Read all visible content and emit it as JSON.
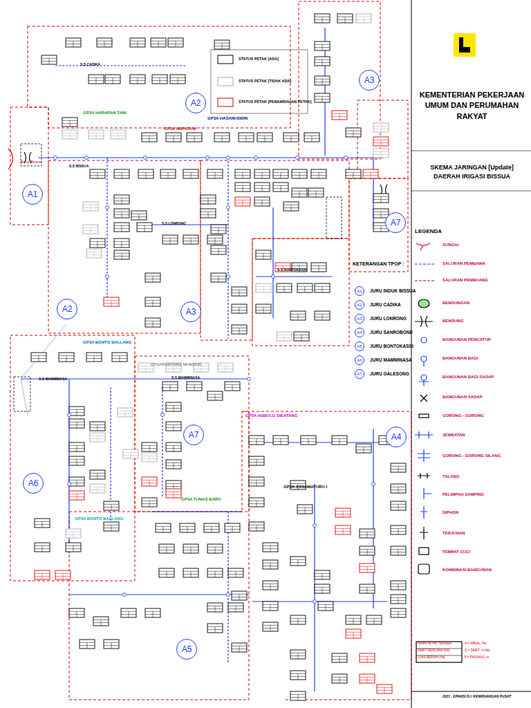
{
  "diagram": {
    "title": "KEMENTERIAN PEKERJAAN UMUM DAN PERUMAHAN RAKYAT",
    "nodes": [
      {
        "text": [
          "A1"
        ]
      },
      {
        "text": [
          "A2"
        ]
      },
      {
        "text": [
          "A3"
        ]
      },
      {
        "text": [
          "A7"
        ]
      },
      {
        "text": [
          "A2"
        ]
      },
      {
        "text": [
          "A3"
        ]
      },
      {
        "text": [
          "A6"
        ]
      },
      {
        "text": [
          "A7"
        ]
      },
      {
        "text": [
          "A4"
        ]
      },
      {
        "text": [
          "A5"
        ]
      },
      {
        "text": [
          "A1",
          "JURU INDUK BISSUA"
        ]
      },
      {
        "text": [
          "A2",
          "JURU CADIKA"
        ]
      },
      {
        "text": [
          "A3",
          "JURU LONRONG"
        ]
      },
      {
        "text": [
          "A4",
          "JURU SANROBONE"
        ]
      },
      {
        "text": [
          "A5",
          "JURU BONTOKASSI"
        ]
      },
      {
        "text": [
          "A6",
          "JURU MAMMINASA"
        ]
      },
      {
        "text": [
          "A7",
          "JURU GALESONG"
        ]
      }
    ],
    "labels": [
      "Bend. Bissua",
      "GP3A HARAPAN TANI",
      "GP3A WIRATANI",
      "GP3A HASANUDDIN",
      "S.S CADIKA",
      "S.S BISSUA",
      "S.S LONRONG",
      "S.S BONTOKASSI",
      "GP3A BONTO BALLANG",
      "GP3APANTANG MUNDUR",
      "S.S MAMMINASA",
      "S.S MAMMINASA",
      "GP3A ABBULO SIBATANG",
      "GP3A ASSAMATURU I",
      "GP3A TUNAS BARU",
      "GP3A BONTO BALLANG",
      "SKEMA JARINGAN [Update] DAERAH IRIGASI BISSUA",
      "LEGENDA",
      "KETERANGAN TPOP :",
      "NAMA PETAK TERSIER",
      "DEBIT RENCANA (l/dt)",
      "LUAS BERSIH (Ha)",
      "A = AREAL, Ha",
      "Q = DEBIT, m³/det",
      "P = PANJANG, m",
      "2021 : EPAKSI D.I. KEWENANGAN PUSAT"
    ],
    "legend": [
      {
        "text": "STATUS PETAK [ADA]"
      },
      {
        "text": "STATUS PETAK [TIDAK ADA]"
      },
      {
        "text": "STATUS PETAK [PENAMBAHAN PETAK]"
      },
      {
        "text": "SUNGAI"
      },
      {
        "text": "SALURAN PEMBAWA"
      },
      {
        "text": "SALURAN PEMBUANG"
      },
      {
        "text": "BENDUNGAN"
      },
      {
        "text": "BENDUNG"
      },
      {
        "text": "BANGUNAN PENGATUR"
      },
      {
        "text": "BANGUNAN BAGI"
      },
      {
        "text": "BANGUNAN BAGI SADAP"
      },
      {
        "text": "BANGUNAN SADAP"
      },
      {
        "text": "GORONG - GORONG"
      },
      {
        "text": "JEMBATAN"
      },
      {
        "text": "GORONG - GORONG SILANG"
      },
      {
        "text": "TALANG"
      },
      {
        "text": "PELIMPAH SAMPING"
      },
      {
        "text": "SIPHON"
      },
      {
        "text": "TERJUNAN"
      },
      {
        "text": "TEMPAT CUCI"
      },
      {
        "text": "KOMBINASI BANGUNAN"
      }
    ]
  }
}
